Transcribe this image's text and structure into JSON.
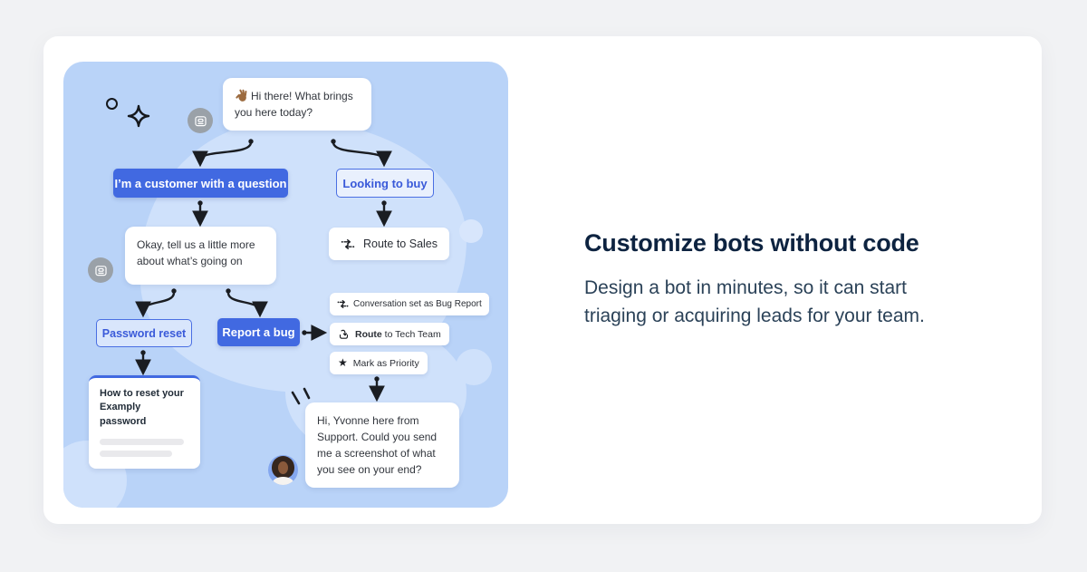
{
  "hero": {
    "heading": "Customize bots without code",
    "description": "Design a bot in minutes, so it can start triaging or acquiring leads for your team."
  },
  "flow": {
    "wave_emoji": "👋🏾",
    "bot_greeting": "Hi there! What brings you here today?",
    "option_customer": "I’m a customer with a question",
    "option_buy": "Looking to buy",
    "bot_followup": "Okay, tell us a little more about what’s going on",
    "action_route_sales": "Route to Sales",
    "option_password_reset": "Password reset",
    "option_report_bug": "Report a bug",
    "action_bug_report": "Conversation set as Bug Report",
    "action_route_bold": "Route",
    "action_route_rest": " to Tech Team",
    "action_mark_priority": "Mark as Priority",
    "article_title": "How to reset your Examply password",
    "agent_message": "Hi, Yvonne here from Support. Could you send me a screenshot of what you see on your end?"
  },
  "icons": {
    "star": "★",
    "bot": "bot-avatar",
    "shuffle": "shuffle-arrows",
    "route": "route-into-tray",
    "sparkle": "sparkle",
    "wave": "waving-hand"
  },
  "colors": {
    "page_bg": "#f1f2f4",
    "panel_blue": "#b9d3f8",
    "blob_blue": "#cfe1fb",
    "accent_blue": "#4169e1",
    "outline_text_blue": "#3a5ad9",
    "heading_navy": "#0d2340",
    "body_navy": "#2b4258"
  }
}
